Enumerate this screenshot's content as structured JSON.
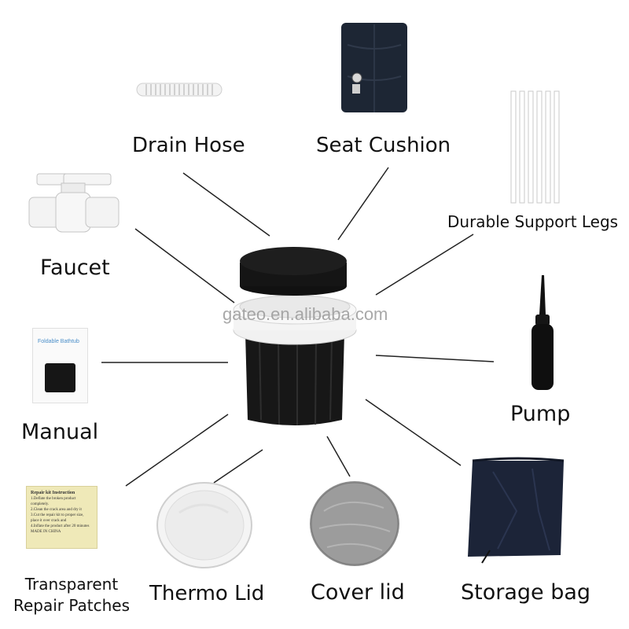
{
  "labels": {
    "drain_hose": "Drain Hose",
    "seat_cushion": "Seat Cushion",
    "support_legs": "Durable Support Legs",
    "faucet": "Faucet",
    "pump": "Pump",
    "manual": "Manual",
    "repair_patches_line1": "Transparent",
    "repair_patches_line2": "Repair Patches",
    "thermo_lid": "Thermo Lid",
    "cover_lid": "Cover lid",
    "storage_bag": "Storage bag"
  },
  "watermark": "gateo.en.alibaba.com",
  "manual_cover_title": "Foldable Bathtub",
  "repair_card": {
    "title": "Repair kit Instruction",
    "lines": [
      "1.Deflate the broken product completely.",
      "2.Clean the crack area and dry it",
      "3.Cut the repair kit to proper size, place it over crack and",
      "4.Inflate the product after 20 minutes",
      "MADE IN CHINA"
    ]
  }
}
